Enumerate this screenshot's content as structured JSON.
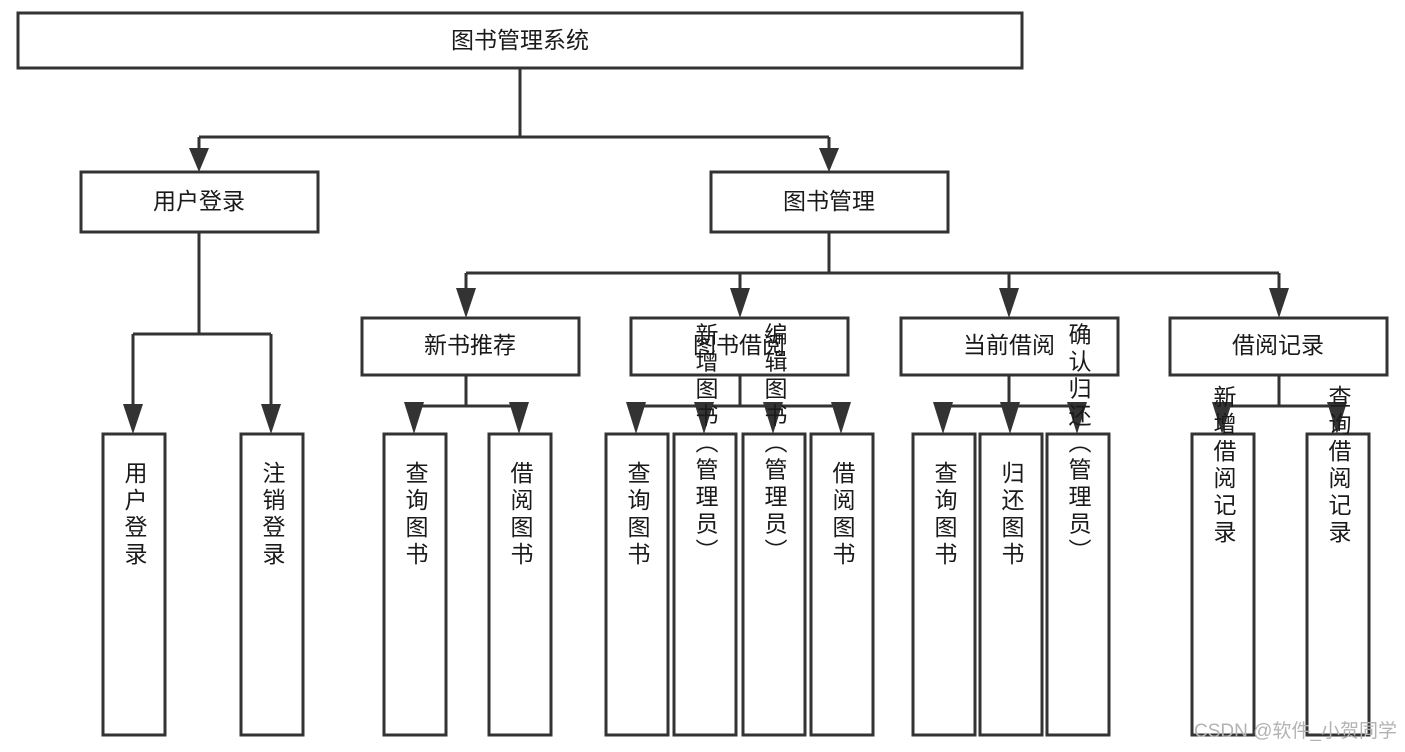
{
  "diagram": {
    "title": "图书管理系统",
    "watermark": "CSDN @软件_小贺同学",
    "colors": {
      "stroke": "#333333",
      "fill": "#ffffff",
      "text": "#1a1a1a",
      "watermark": "#b3b3b3"
    },
    "root": {
      "label": "图书管理系统"
    },
    "level2": [
      {
        "label": "用户登录"
      },
      {
        "label": "图书管理"
      }
    ],
    "level3": [
      {
        "label": "新书推荐"
      },
      {
        "label": "图书借阅"
      },
      {
        "label": "当前借阅"
      },
      {
        "label": "借阅记录"
      }
    ],
    "leaves": {
      "user_login": [
        {
          "label": "用户登录"
        },
        {
          "label": "注销登录"
        }
      ],
      "new_book": [
        {
          "label": "查询图书"
        },
        {
          "label": "借阅图书"
        }
      ],
      "book_borrow": [
        {
          "label": "查询图书"
        },
        {
          "label": "新增图书（管理员）"
        },
        {
          "label": "编辑图书（管理员）"
        },
        {
          "label": "借阅图书"
        }
      ],
      "current_borrow": [
        {
          "label": "查询图书"
        },
        {
          "label": "归还图书"
        },
        {
          "label": "确认归还（管理员）"
        }
      ],
      "borrow_record": [
        {
          "label": "新增借阅记录"
        },
        {
          "label": "查询借阅记录"
        }
      ]
    }
  }
}
